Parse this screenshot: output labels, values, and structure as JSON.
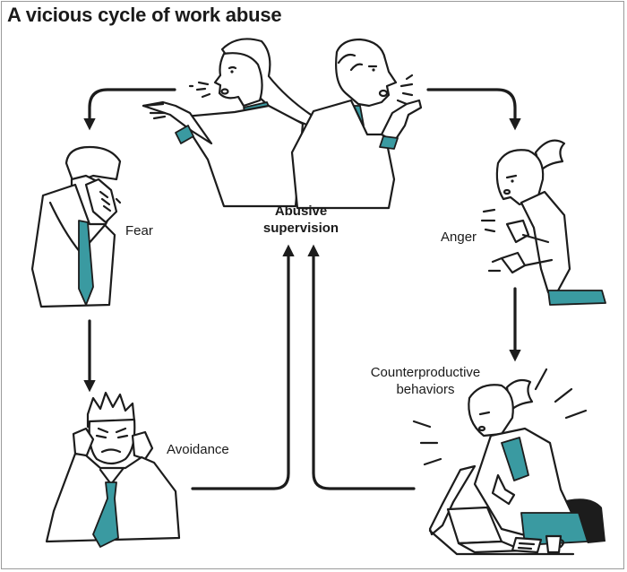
{
  "diagram": {
    "title": "A vicious cycle of work abuse",
    "center_label": "Abusive\nsupervision",
    "stages": {
      "fear": "Fear",
      "avoidance": "Avoidance",
      "anger": "Anger",
      "counterproductive": "Counterproductive\nbehaviors"
    },
    "colors": {
      "accent": "#3a9aa1",
      "ink": "#1c1c1c",
      "background": "#ffffff"
    },
    "icons": [
      "shouting-woman-icon",
      "shouting-man-icon",
      "fearful-man-icon",
      "avoidant-man-icon",
      "angry-woman-icon",
      "frustrated-woman-icon"
    ]
  }
}
